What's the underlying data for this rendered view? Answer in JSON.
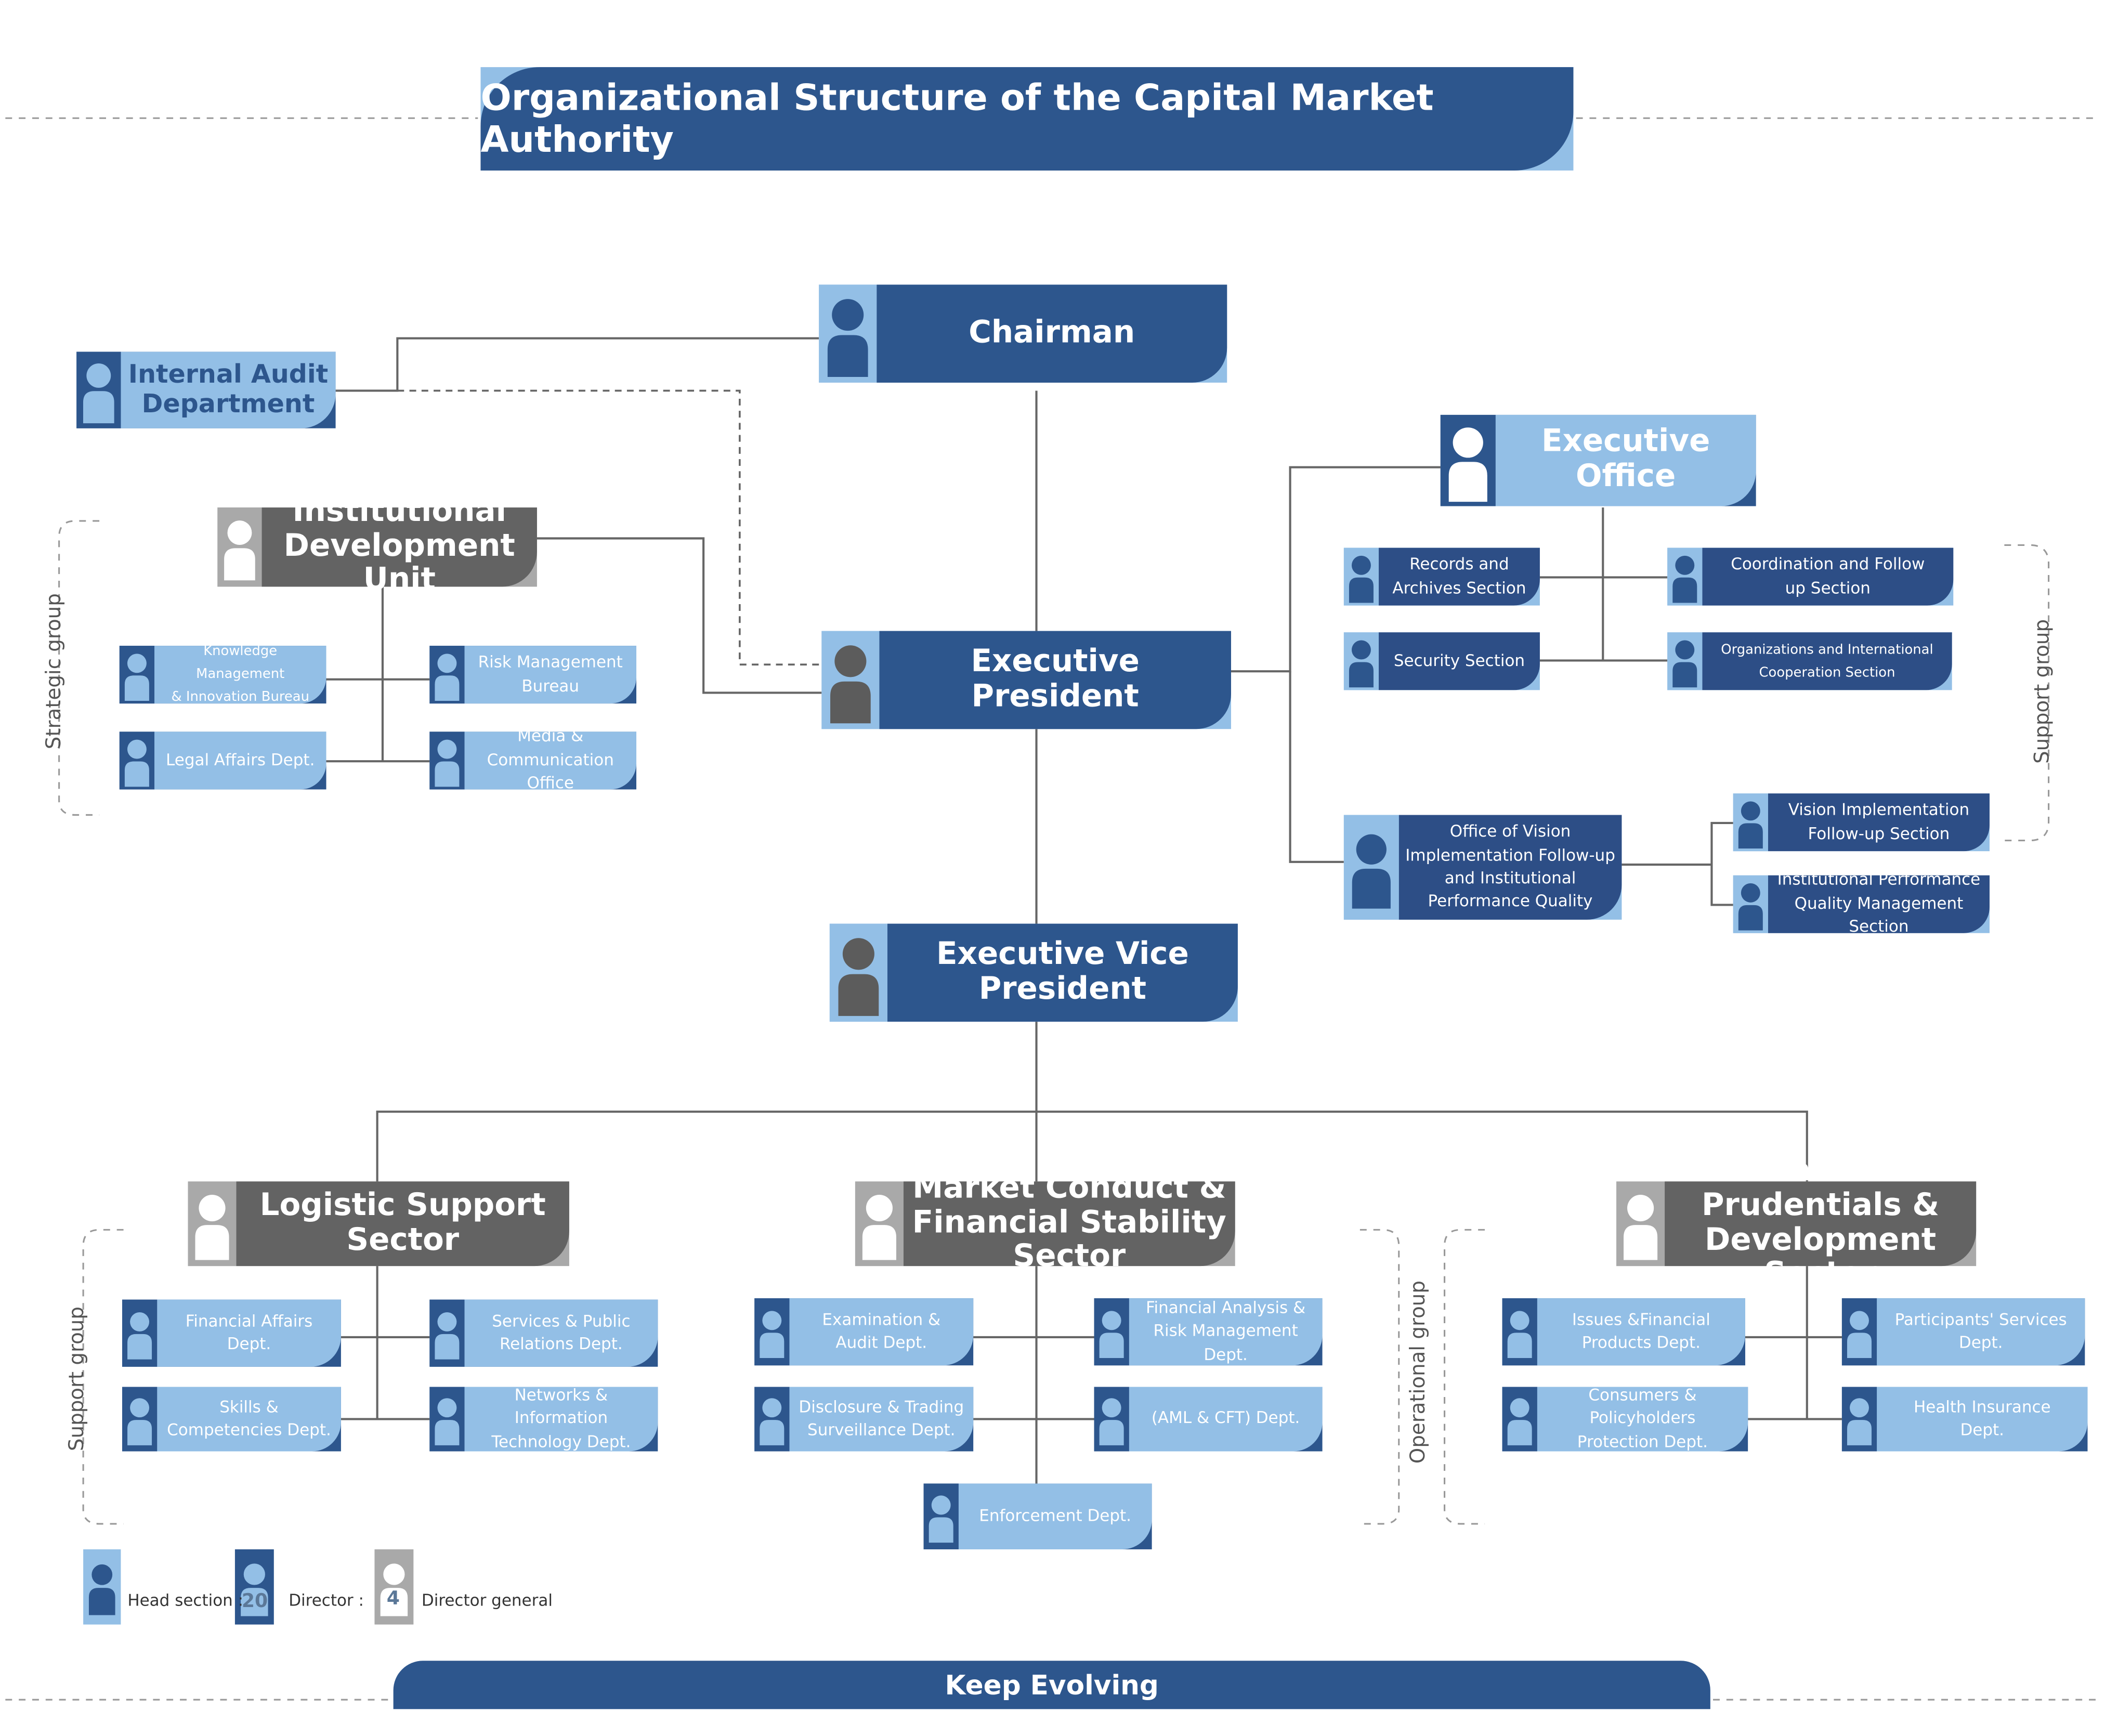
{
  "title": "Organizational Structure of the Capital Market Authority",
  "footer": "Keep Evolving",
  "colors": {
    "navy": "#2d568d",
    "light_blue": "#93bfe6",
    "dark_blue": "#2d4e86",
    "gray": "#636363",
    "light_gray": "#a9a9a9",
    "line": "#666666"
  },
  "nodes": {
    "chairman": "Chairman",
    "internal_audit": "Internal Audit\nDepartment",
    "executive_president": "Executive President",
    "executive_office": "Executive Office",
    "institutional_dev": "Institutional\nDevelopment Unit",
    "knowledge_mgmt": "Knowledge Management\n& Innovation Bureau",
    "risk_mgmt_bureau": "Risk Management\nBureau",
    "legal_affairs": "Legal Affairs Dept.",
    "media_comm": "Media &\nCommunication Office",
    "records_archives": "Records  and\nArchives Section",
    "coordination": "Coordination and Follow\nup Section",
    "security": "Security Section",
    "org_intl": "Organizations and International\nCooperation Section",
    "vision_office": "Office of  Vision\nImplementation Follow-up\nand  Institutional\nPerformance Quality",
    "vision_section": "Vision Implementation\nFollow-up Section",
    "perf_quality": "Institutional Performance\nQuality Management Section",
    "evp": "Executive Vice President",
    "logistic": "Logistic Support Sector",
    "market_conduct": "Market Conduct &\nFinancial Stability Sector",
    "market_prudentials": "Market Prudentials &\nDevelopment Sector",
    "financial_affairs": "Financial Affairs Dept.",
    "services_public": "Services & Public\nRelations Dept.",
    "skills": "Skills &\nCompetencies Dept.",
    "networks_it": "Networks & Information\nTechnology Dept.",
    "examination": "Examination &\nAudit Dept.",
    "financial_analysis": "Financial Analysis &\nRisk Management Dept.",
    "disclosure": "Disclosure & Trading\nSurveillance Dept.",
    "aml": "(AML & CFT) Dept.",
    "enforcement": "Enforcement Dept.",
    "issues_financial": "Issues &Financial\nProducts Dept.",
    "participants": "Participants' Services\nDept.",
    "consumers": "Consumers & Policyholders\nProtection Dept.",
    "health_insurance": "Health Insurance\nDept."
  },
  "groups": {
    "strategic": "Strategic group",
    "support_right": "Support group",
    "support_left": "Support group",
    "operational": "Operational group"
  },
  "legend": {
    "head_section": "Head section :",
    "director": "Director :",
    "director_count": "20",
    "director_general": "Director general",
    "director_general_count": "4"
  }
}
